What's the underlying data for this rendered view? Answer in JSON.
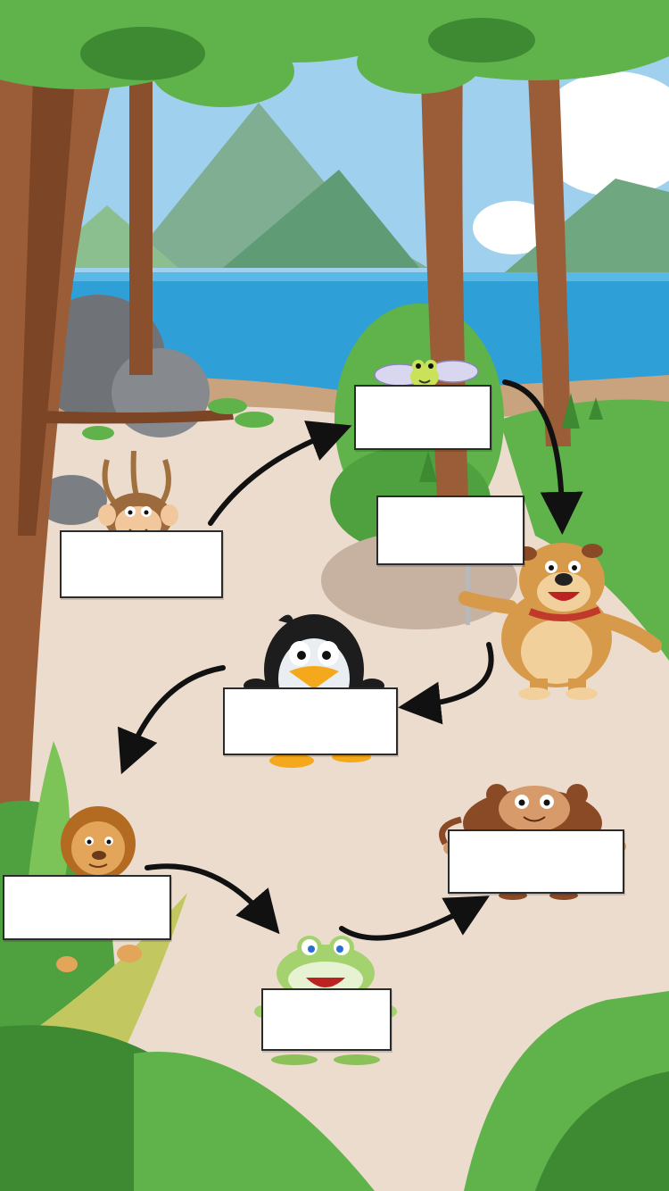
{
  "scene": {
    "type": "jungle-level-path",
    "colors": {
      "sky": "#9fd0ee",
      "water": "#2f9fd8",
      "path": "#ecdccd",
      "foliage": "#5fb34a",
      "foliage_dark": "#3d8a33",
      "trunk": "#9b5d37",
      "sign_border": "#2b2b2b",
      "arrow": "#111111"
    }
  },
  "levels": [
    {
      "character": "monkey",
      "icon": "monkey-icon",
      "label": ""
    },
    {
      "character": "dragonfly",
      "icon": "dragonfly-icon",
      "label": ""
    },
    {
      "character": "bulldog",
      "icon": "dog-icon",
      "label": ""
    },
    {
      "character": "penguin",
      "icon": "penguin-icon",
      "label": ""
    },
    {
      "character": "lion",
      "icon": "lion-icon",
      "label": ""
    },
    {
      "character": "frog",
      "icon": "frog-icon",
      "label": ""
    },
    {
      "character": "brown-monkey",
      "icon": "monkey-icon",
      "label": ""
    }
  ]
}
